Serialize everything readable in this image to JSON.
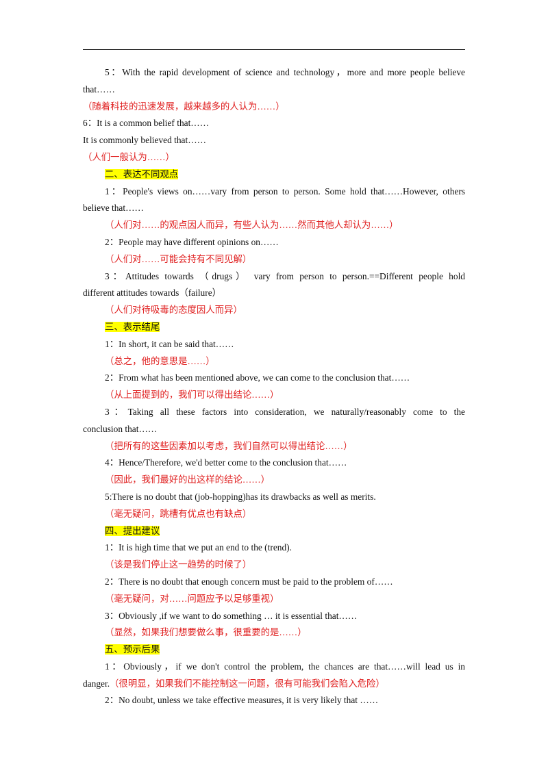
{
  "items": [
    {
      "en": "5：With the rapid development of science and technology，more and more people believe",
      "en2": "that……",
      "zh": "（随着科技的迅速发展，越来越多的人认为……）"
    },
    {
      "en": "6：It is a common belief that……",
      "en2": "It is commonly believed that……",
      "zh": "（人们一般认为……）"
    }
  ],
  "sections": [
    {
      "heading": "二、表达不同观点",
      "items": [
        {
          "en": "1：People's views on……vary from person to person. Some hold that……However, others",
          "en2": "believe that……",
          "zh": "（人们对……的观点因人而异，有些人认为……然而其他人却认为……）"
        },
        {
          "en": "2：People may have different opinions on……",
          "zh": "（人们对……可能会持有不同见解）"
        },
        {
          "en": "3：Attitudes towards （drugs） vary from person to person.==Different people hold",
          "en2": "different attitudes towards（failure）",
          "zh": "（人们对待吸毒的态度因人而异）"
        }
      ]
    },
    {
      "heading": "三、表示结尾",
      "items": [
        {
          "en": "1：In short, it can be said that……",
          "zh": "（总之，他的意思是……）"
        },
        {
          "en": "2：From what has been mentioned above, we can come to the conclusion that……",
          "zh": "（从上面提到的，我们可以得出结论……）"
        },
        {
          "en": "3：Taking all these factors into consideration, we naturally/reasonably come to the",
          "en2": "conclusion that……",
          "zh": "（把所有的这些因素加以考虑，我们自然可以得出结论……）"
        },
        {
          "en": "4：Hence/Therefore, we'd better come to the conclusion that……",
          "zh": "（因此，我们最好的出这样的结论……）"
        },
        {
          "en": "5:There is no doubt that (job-hopping)has its drawbacks as well as merits.",
          "zh": "（毫无疑问，跳槽有优点也有缺点）"
        }
      ]
    },
    {
      "heading": "四、提出建议",
      "items": [
        {
          "en": "1：It is high time that we put an end to the (trend).",
          "zh": "（该是我们停止这一趋势的时候了）"
        },
        {
          "en": "2：There is no doubt that enough concern must be paid to the problem of……",
          "zh": "（毫无疑问，对……问题应予以足够重视）"
        },
        {
          "en": "3：Obviously ,if we want to do something … it is essential that……",
          "zh": "（显然，如果我们想要做么事，很重要的是……）"
        }
      ]
    },
    {
      "heading": "五、预示后果",
      "items": [
        {
          "en": "1：Obviously，if we don't control the problem, the chances are that……will lead us in",
          "en2": "danger.",
          "zh_inline": "（很明显，如果我们不能控制这一问题，很有可能我们会陷入危险）"
        },
        {
          "en": "2：No doubt, unless we take effective measures, it is very likely that ……"
        }
      ]
    }
  ]
}
